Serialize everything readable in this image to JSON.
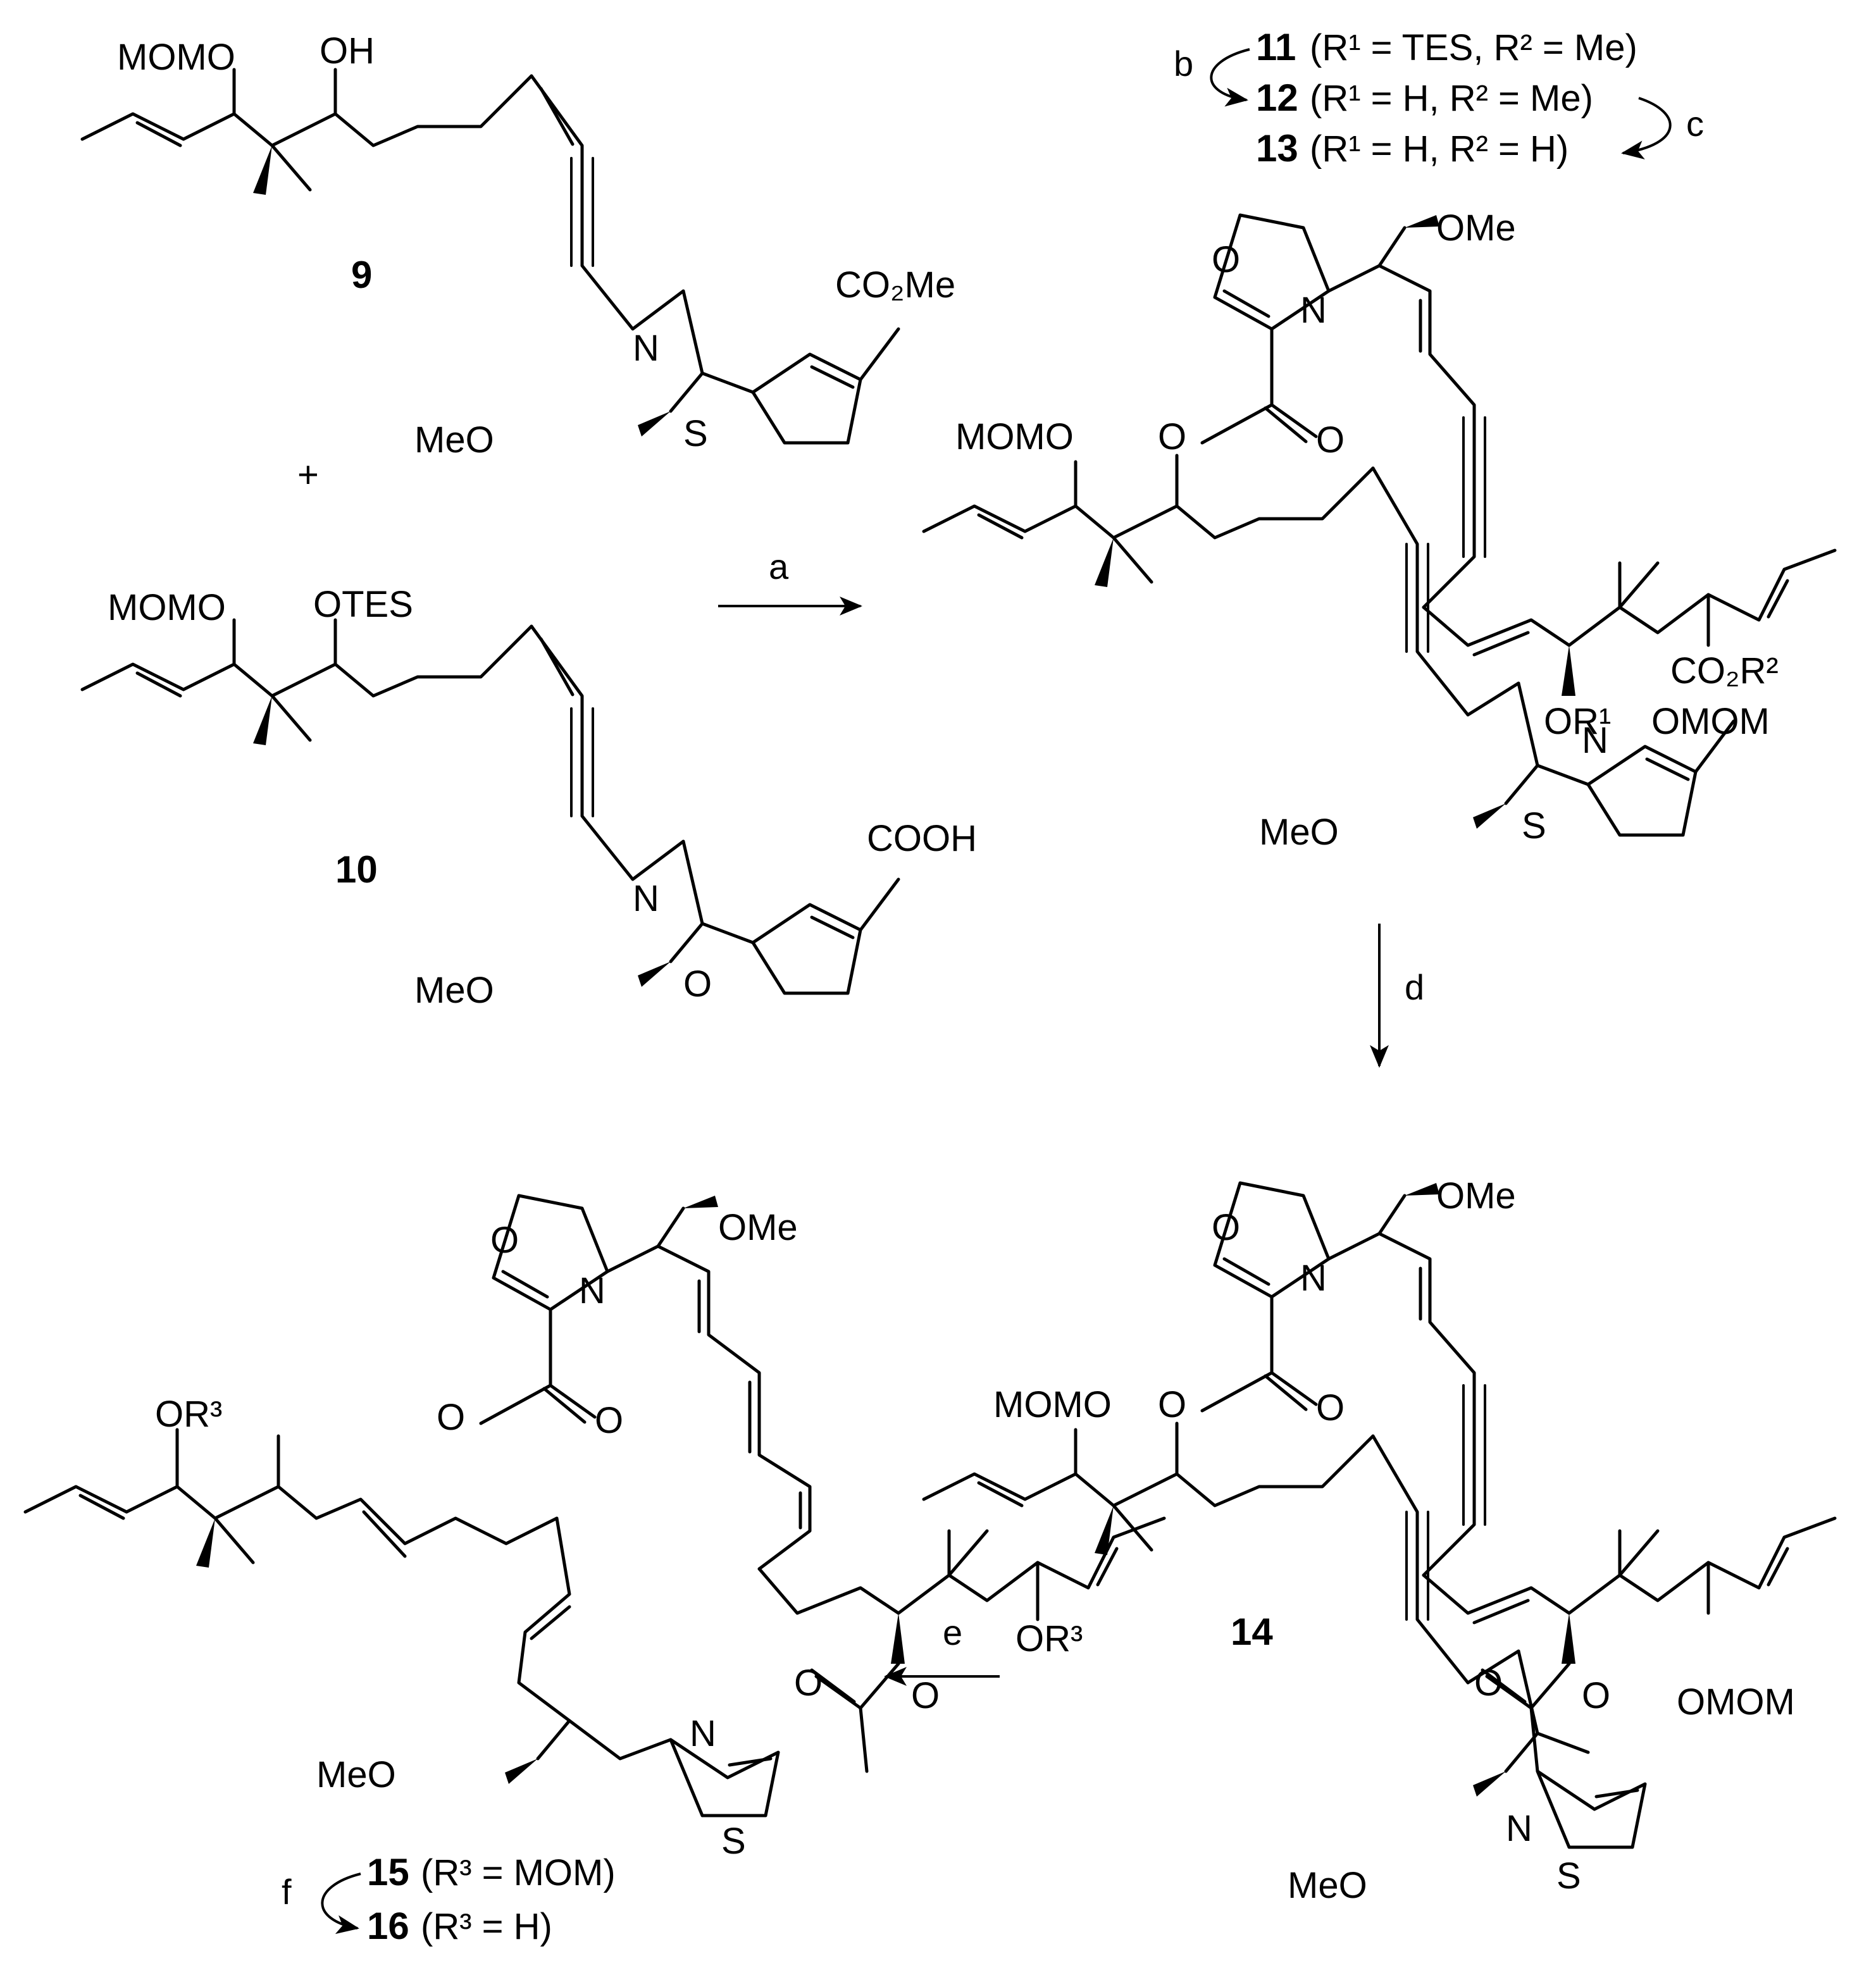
{
  "atoms": {
    "momo": "MOMO",
    "omom": "OMOM",
    "oh": "OH",
    "otes": "OTES",
    "meo": "MeO",
    "ome": "OMe",
    "n": "N",
    "s": "S",
    "o": "O",
    "co2me": "CO₂Me",
    "cooh": "COOH",
    "co2r2": "CO₂R²",
    "or1": "OR¹",
    "or3": "OR³"
  },
  "compounds": {
    "c9": "9",
    "c10": "10",
    "c14": "14"
  },
  "operators": {
    "plus": "+"
  },
  "reagents": {
    "a": "a",
    "b": "b",
    "c": "c",
    "d": "d",
    "e": "e",
    "f": "f"
  },
  "legend_11_13": [
    {
      "num": "11",
      "desc": "(R¹ = TES, R² = Me)"
    },
    {
      "num": "12",
      "desc": "(R¹ = H, R² = Me)"
    },
    {
      "num": "13",
      "desc": "(R¹ = H, R² = H)"
    }
  ],
  "legend_15_16": [
    {
      "num": "15",
      "desc": "(R³ = MOM)"
    },
    {
      "num": "16",
      "desc": "(R³ = H)"
    }
  ]
}
